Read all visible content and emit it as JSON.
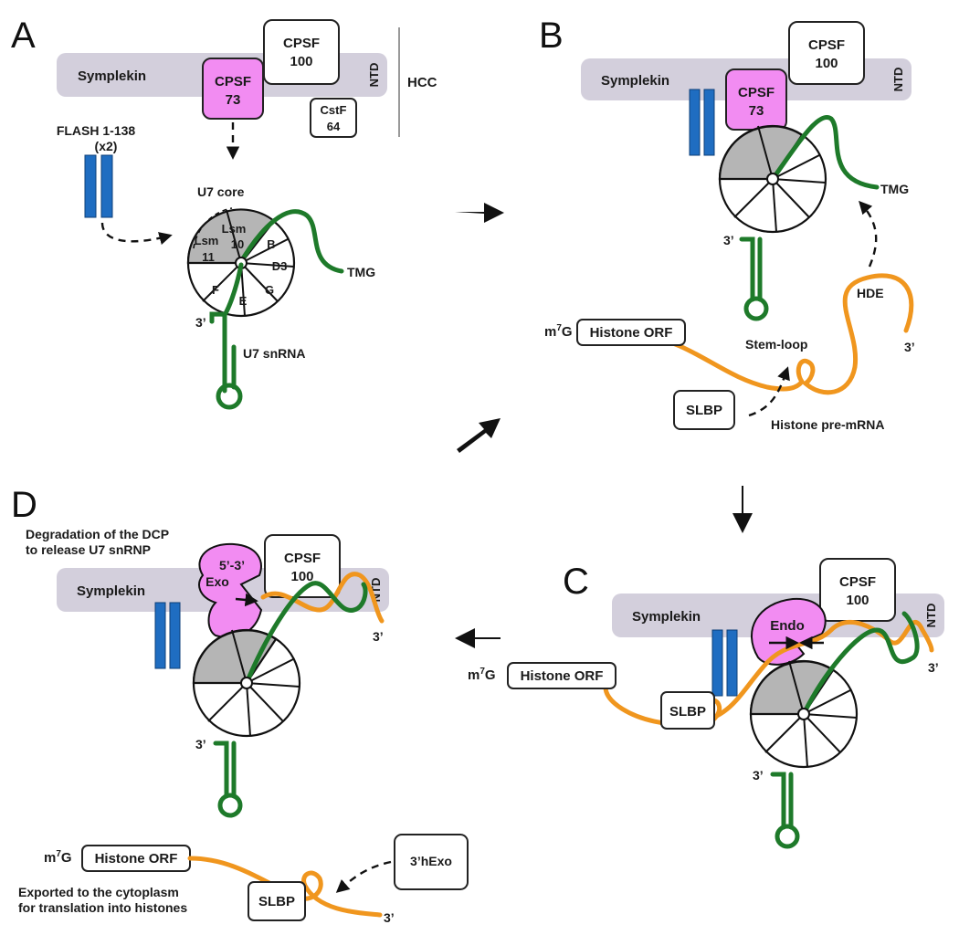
{
  "colors": {
    "symplekin_bar": "#d3cfdc",
    "cpsf73": "#f28cf2",
    "flash": "#1f6dc1",
    "u7_snrna": "#1e7a2a",
    "histone_pre_mrna": "#f0961e",
    "lsm_wedge": "#b5b5b5"
  },
  "panelA": {
    "letter": "A",
    "symplekin": "Symplekin",
    "ntd": "NTD",
    "hcc": "HCC",
    "cpsf73_line1": "CPSF",
    "cpsf73_line2": "73",
    "cpsf100_line1": "CPSF",
    "cpsf100_line2": "100",
    "cstf_line1": "CstF",
    "cstf_line2": "64",
    "flash_line1": "FLASH 1-138",
    "flash_line2": "(x2)",
    "u7_core": "U7 core",
    "lsm10_line1": "Lsm",
    "lsm10_line2": "10",
    "lsm11_line1": "Lsm",
    "lsm11_line2": "11",
    "sub_b": "B",
    "sub_d3": "D3",
    "sub_g": "G",
    "sub_e": "E",
    "sub_f": "F",
    "tmg": "TMG",
    "three_prime": "3’",
    "u7_snrna": "U7 snRNA"
  },
  "panelB": {
    "letter": "B",
    "symplekin": "Symplekin",
    "ntd": "NTD",
    "cpsf73_line1": "CPSF",
    "cpsf73_line2": "73",
    "cpsf100_line1": "CPSF",
    "cpsf100_line2": "100",
    "tmg": "TMG",
    "three_prime_u7": "3’",
    "hde": "HDE",
    "three_prime_mrna": "3’",
    "m7g_m": "m",
    "m7g_sup": "7",
    "m7g_g": "G",
    "histone_orf": "Histone ORF",
    "stem_loop": "Stem-loop",
    "slbp": "SLBP",
    "histone_pre_mrna": "Histone pre-mRNA"
  },
  "panelC": {
    "letter": "C",
    "symplekin": "Symplekin",
    "ntd": "NTD",
    "endo": "Endo",
    "cpsf100_line1": "CPSF",
    "cpsf100_line2": "100",
    "m7g_m": "m",
    "m7g_sup": "7",
    "m7g_g": "G",
    "histone_orf": "Histone ORF",
    "slbp": "SLBP",
    "three_prime_mrna": "3’",
    "three_prime_u7": "3’"
  },
  "panelD": {
    "letter": "D",
    "caption_line1": "Degradation of the DCP",
    "caption_line2": "to release U7 snRNP",
    "symplekin": "Symplekin",
    "ntd": "NTD",
    "exo_line1": "5’-3’",
    "exo_line2": "Exo",
    "cpsf100_line1": "CPSF",
    "cpsf100_line2": "100",
    "three_prime_mrna": "3’",
    "three_prime_u7": "3’",
    "m7g_m": "m",
    "m7g_sup": "7",
    "m7g_g": "G",
    "histone_orf": "Histone ORF",
    "slbp": "SLBP",
    "hexo": "3’hExo",
    "three_prime_end": "3’",
    "export_line1": "Exported to the cytoplasm",
    "export_line2": "for translation into histones"
  }
}
